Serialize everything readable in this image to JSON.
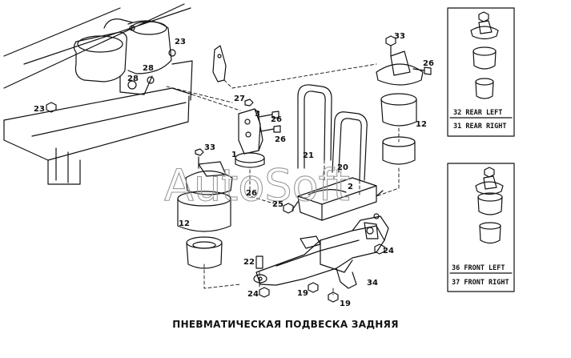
{
  "caption": "ПНЕВМАТИЧЕСКАЯ ПОДВЕСКА ЗАДНЯЯ",
  "watermark": "AutoSoft",
  "part_numbers": {
    "p1": "1",
    "p2": "2",
    "p3": "3",
    "p12a": "12",
    "p12b": "12",
    "p19a": "19",
    "p19b": "19",
    "p20": "20",
    "p21": "21",
    "p22": "22",
    "p23a": "23",
    "p23b": "23",
    "p24a": "24",
    "p24b": "24",
    "p25": "25",
    "p26a": "26",
    "p26b": "26",
    "p26c": "26",
    "p26d": "26",
    "p27": "27",
    "p28a": "28",
    "p28b": "28",
    "p33a": "33",
    "p33b": "33",
    "p34": "34"
  },
  "panels": {
    "rear": {
      "line1": "32 REAR LEFT",
      "line2": "31 REAR RIGHT"
    },
    "front": {
      "line1": "36 FRONT LEFT",
      "line2": "37 FRONT RIGHT"
    }
  }
}
